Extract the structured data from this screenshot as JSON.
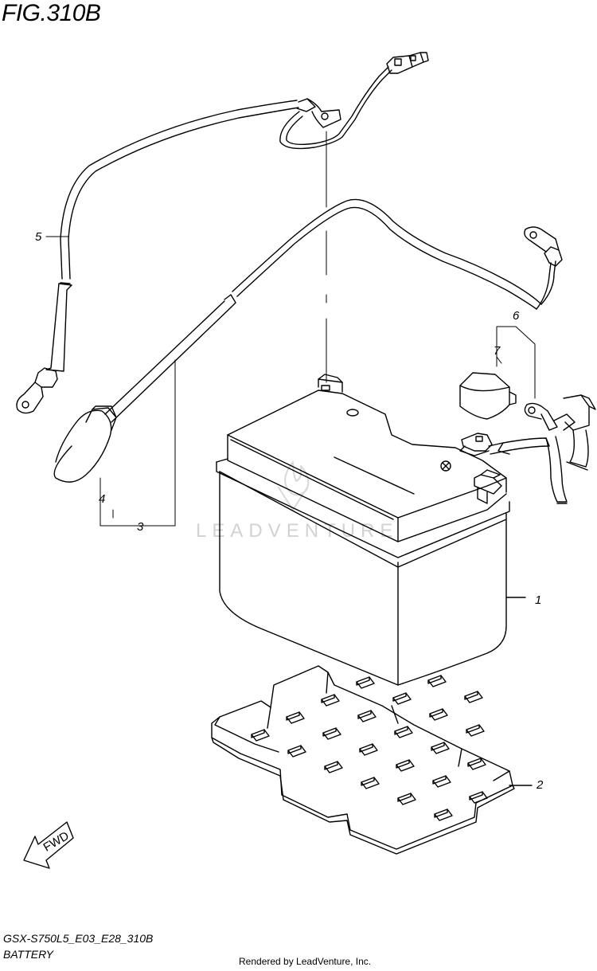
{
  "header": {
    "figure_title": "FIG.310B"
  },
  "footer": {
    "drawing_code": "GSX-S750L5_E03_E28_310B",
    "section_name": "BATTERY",
    "credit": "Rendered by LeadVenture, Inc."
  },
  "watermark": {
    "text": "LEADVENTURE"
  },
  "orientation": {
    "label": "FWD"
  },
  "callouts": [
    "1",
    "2",
    "3",
    "4",
    "5",
    "6",
    "7"
  ],
  "colors": {
    "ink": "#000000",
    "watermark": "#d2d2d2"
  }
}
